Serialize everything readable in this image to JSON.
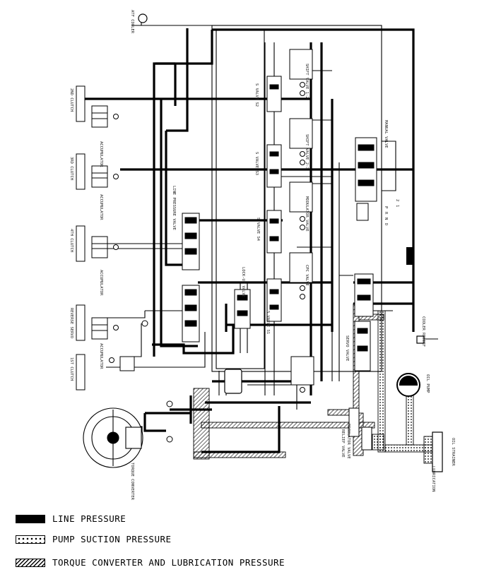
{
  "diagram": {
    "labels": {
      "line_pressure_valve": "LINE PRESSURE VALVE",
      "s_valve_1": "S VALVE S2",
      "s_valve_2": "S VALVE S3",
      "s_valve_3": "S VALVE S4",
      "s_valve_4": "S VALVE S1",
      "shift_valve_a": "SHIFT VALVE 1-2",
      "shift_valve_b": "SHIFT VALVE 2-3",
      "accumulator_1": "ACCUMULATOR",
      "accumulator_2": "ACCUMULATOR",
      "accumulator_3": "ACCUMULATOR",
      "accumulator_4": "ACCUMULATOR",
      "clutch_1": "2ND CLUTCH",
      "clutch_2": "3RD CLUTCH",
      "clutch_3": "4TH CLUTCH",
      "clutch_4": "REVERSE SERVO",
      "clutch_5": "1ST CLUTCH",
      "lockup_valve": "LOCK-UP VALVE",
      "regulator_valve": "REGULATOR VALVE",
      "relief_valve": "RELIEF VALVE",
      "cooler_relief": "COOLER RELIEF",
      "pump": "OIL PUMP",
      "strainer": "OIL STRAINER",
      "torque_converter": "TORQUE CONVERTER",
      "servo_valve": "SERVO VALVE",
      "manual_valve": "MANUAL VALVE",
      "cooler": "ATF COOLER",
      "modulator": "MODULATOR VALVE",
      "cpc_valve": "CPC VALVE",
      "lube": "LUBRICATION",
      "range_p": "P",
      "range_r": "R",
      "range_n": "N",
      "range_d": "D",
      "range_2": "2",
      "range_1": "1"
    }
  },
  "legend": {
    "line_pressure": "LINE PRESSURE",
    "pump_suction_pressure": "PUMP SUCTION PRESSURE",
    "torque_converter_lubrication": "TORQUE CONVERTER AND LUBRICATION PRESSURE"
  }
}
